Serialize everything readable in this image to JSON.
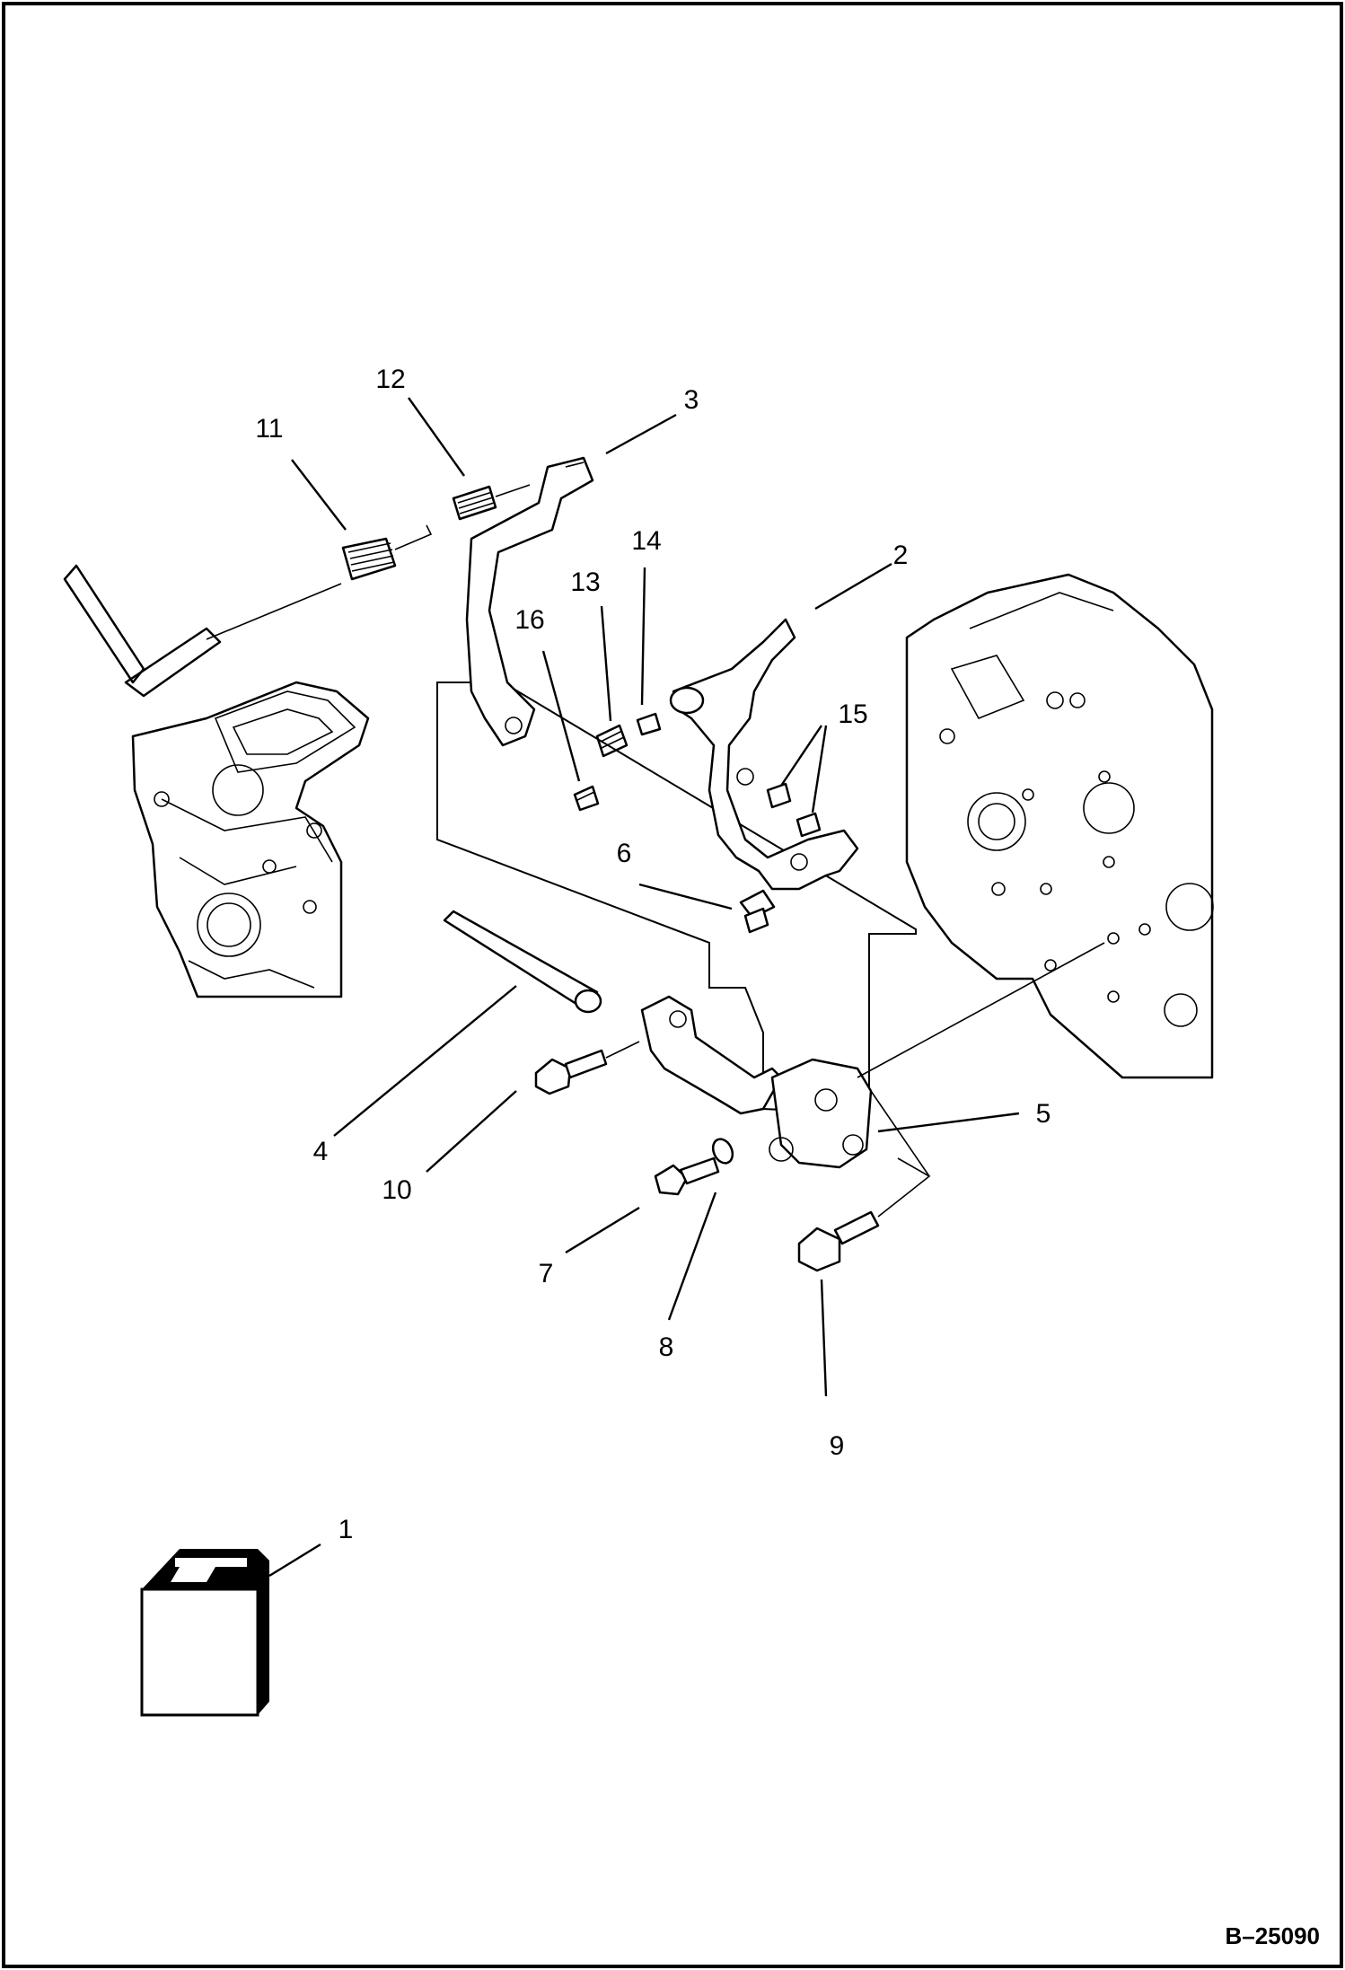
{
  "drawing": {
    "doc_number": "B–25090",
    "callouts": [
      "1",
      "2",
      "3",
      "4",
      "5",
      "6",
      "7",
      "8",
      "9",
      "10",
      "11",
      "12",
      "13",
      "14",
      "15",
      "16"
    ]
  }
}
